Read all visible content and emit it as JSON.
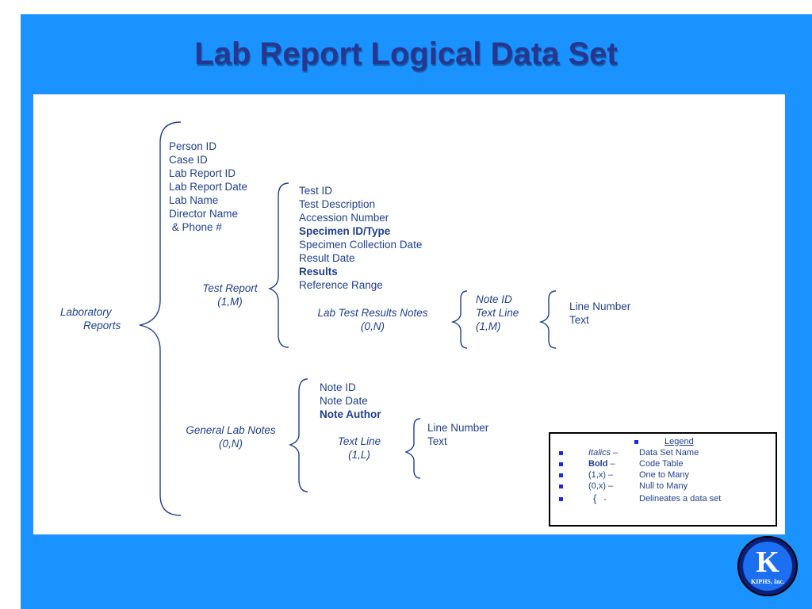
{
  "slide": {
    "title": "Lab Report Logical Data Set"
  },
  "diagram": {
    "root": {
      "line1": "Laboratory",
      "line2": "Reports"
    },
    "lab_report_fields": [
      "Person ID",
      "Case ID",
      "Lab Report ID",
      "Lab Report Date",
      "Lab Name",
      "Director Name",
      " & Phone #"
    ],
    "test_report": {
      "name": "Test Report",
      "cardinality": "(1,M)"
    },
    "test_report_fields": [
      "Test ID",
      "Test Description",
      "Accession Number",
      "Specimen ID/Type",
      "Specimen Collection Date",
      "Result Date",
      "Results",
      "Reference Range"
    ],
    "lab_test_results_notes": {
      "name": "Lab Test Results Notes",
      "cardinality": "(0,N)"
    },
    "results_note_fields": [
      "Note ID",
      "Text Line",
      "(1,M)"
    ],
    "results_text_line_fields": [
      "Line Number",
      "Text"
    ],
    "general_lab_notes": {
      "name": "General Lab Notes",
      "cardinality": "(0,N)"
    },
    "general_note_fields": [
      "Note ID",
      "Note Date",
      "Note Author"
    ],
    "general_text_line": {
      "name": "Text Line",
      "cardinality": "(1,L)"
    },
    "general_text_line_fields": [
      "Line Number",
      "Text"
    ]
  },
  "legend": {
    "title": "Legend",
    "rows": [
      {
        "key": "Italics",
        "sep": " –",
        "desc": "Data Set Name"
      },
      {
        "key": "Bold",
        "sep": " –",
        "desc": "Code Table"
      },
      {
        "key": "(1,x)",
        "sep": " –",
        "desc": "One to Many"
      },
      {
        "key": "(0,x)",
        "sep": " –",
        "desc": "Null to Many"
      },
      {
        "key": "{",
        "sep": "   -",
        "desc": "Delineates a data set"
      }
    ]
  },
  "logo": {
    "letter": "K",
    "text": "KIPHS, Inc."
  },
  "colors": {
    "background": "#1a92ff",
    "title": "#27378f",
    "text": "#1f3f8f"
  }
}
